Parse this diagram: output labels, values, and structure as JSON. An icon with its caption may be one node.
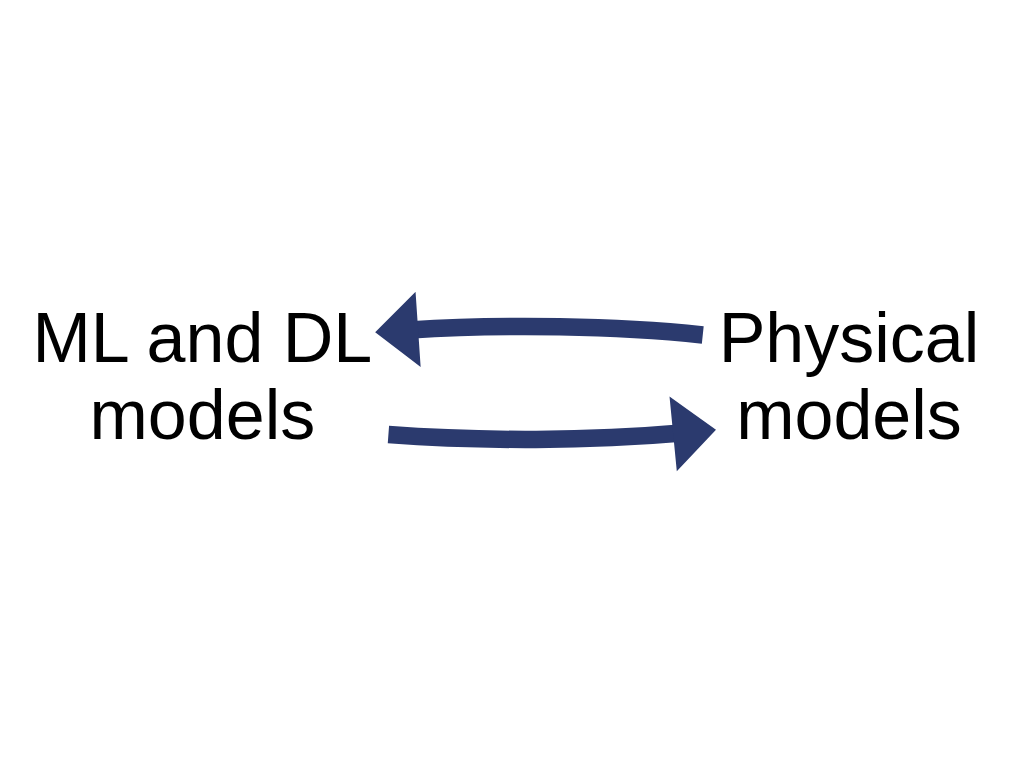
{
  "diagram": {
    "nodes": [
      {
        "text": [
          "ML and DL models"
        ]
      },
      {
        "text": [
          "Physical models"
        ]
      }
    ],
    "edges": [
      {
        "from": 0,
        "to": 1,
        "arrow": "to"
      },
      {
        "from": 1,
        "to": 0,
        "arrow": "to"
      }
    ]
  }
}
